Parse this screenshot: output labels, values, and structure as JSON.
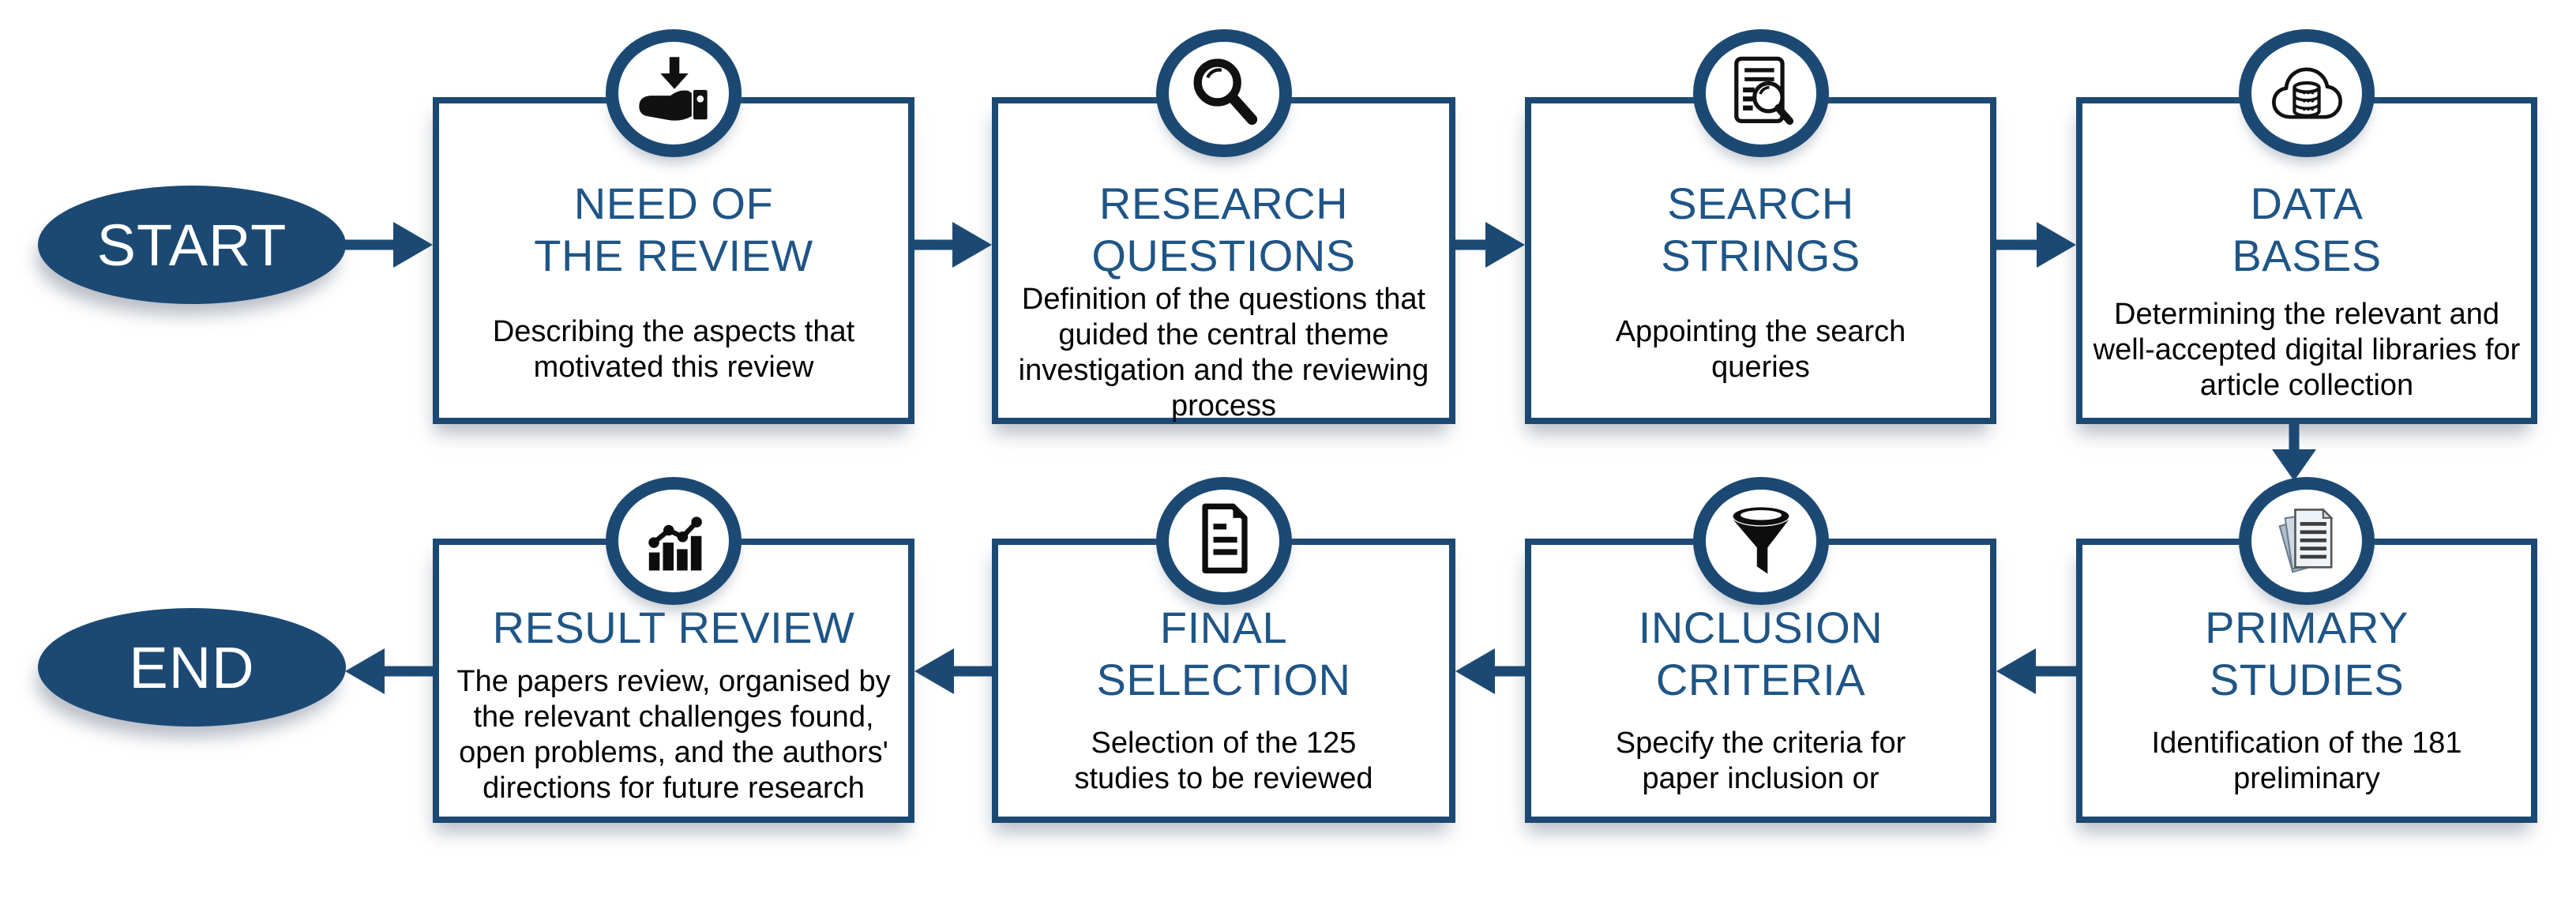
{
  "diagram": {
    "start_label": "START",
    "end_label": "END",
    "colors": {
      "navy": "#1c4973",
      "title_blue": "#1f5586",
      "body_text": "#000000",
      "background": "#ffffff"
    },
    "steps": [
      {
        "id": "need-of-the-review",
        "icon": "hand-receive-icon",
        "title_lines": [
          "NEED OF",
          "THE REVIEW"
        ],
        "description": "Describing the aspects that motivated this review"
      },
      {
        "id": "research-questions",
        "icon": "magnifier-icon",
        "title_lines": [
          "RESEARCH",
          "QUESTIONS"
        ],
        "description": "Definition of the questions that guided the central theme investigation and the reviewing process"
      },
      {
        "id": "search-strings",
        "icon": "document-search-icon",
        "title_lines": [
          "SEARCH",
          "STRINGS"
        ],
        "description": "Appointing the search queries"
      },
      {
        "id": "data-bases",
        "icon": "cloud-database-icon",
        "title_lines": [
          "DATA",
          "BASES"
        ],
        "description": "Determining the relevant and well-accepted digital libraries for article collection"
      },
      {
        "id": "primary-studies",
        "icon": "papers-stack-icon",
        "title_lines": [
          "PRIMARY",
          "STUDIES"
        ],
        "description": "Identification of the 181 preliminary"
      },
      {
        "id": "inclusion-criteria",
        "icon": "funnel-icon",
        "title_lines": [
          "INCLUSION",
          "CRITERIA"
        ],
        "description": "Specify the criteria for paper inclusion or"
      },
      {
        "id": "final-selection",
        "icon": "document-lines-icon",
        "title_lines": [
          "FINAL",
          "SELECTION"
        ],
        "description": "Selection of the 125 studies to be reviewed"
      },
      {
        "id": "result-review",
        "icon": "bar-chart-icon",
        "title_lines": [
          "RESULT REVIEW"
        ],
        "description": "The papers review, organised by the relevant challenges found, open problems, and the authors' directions for future research"
      }
    ]
  }
}
